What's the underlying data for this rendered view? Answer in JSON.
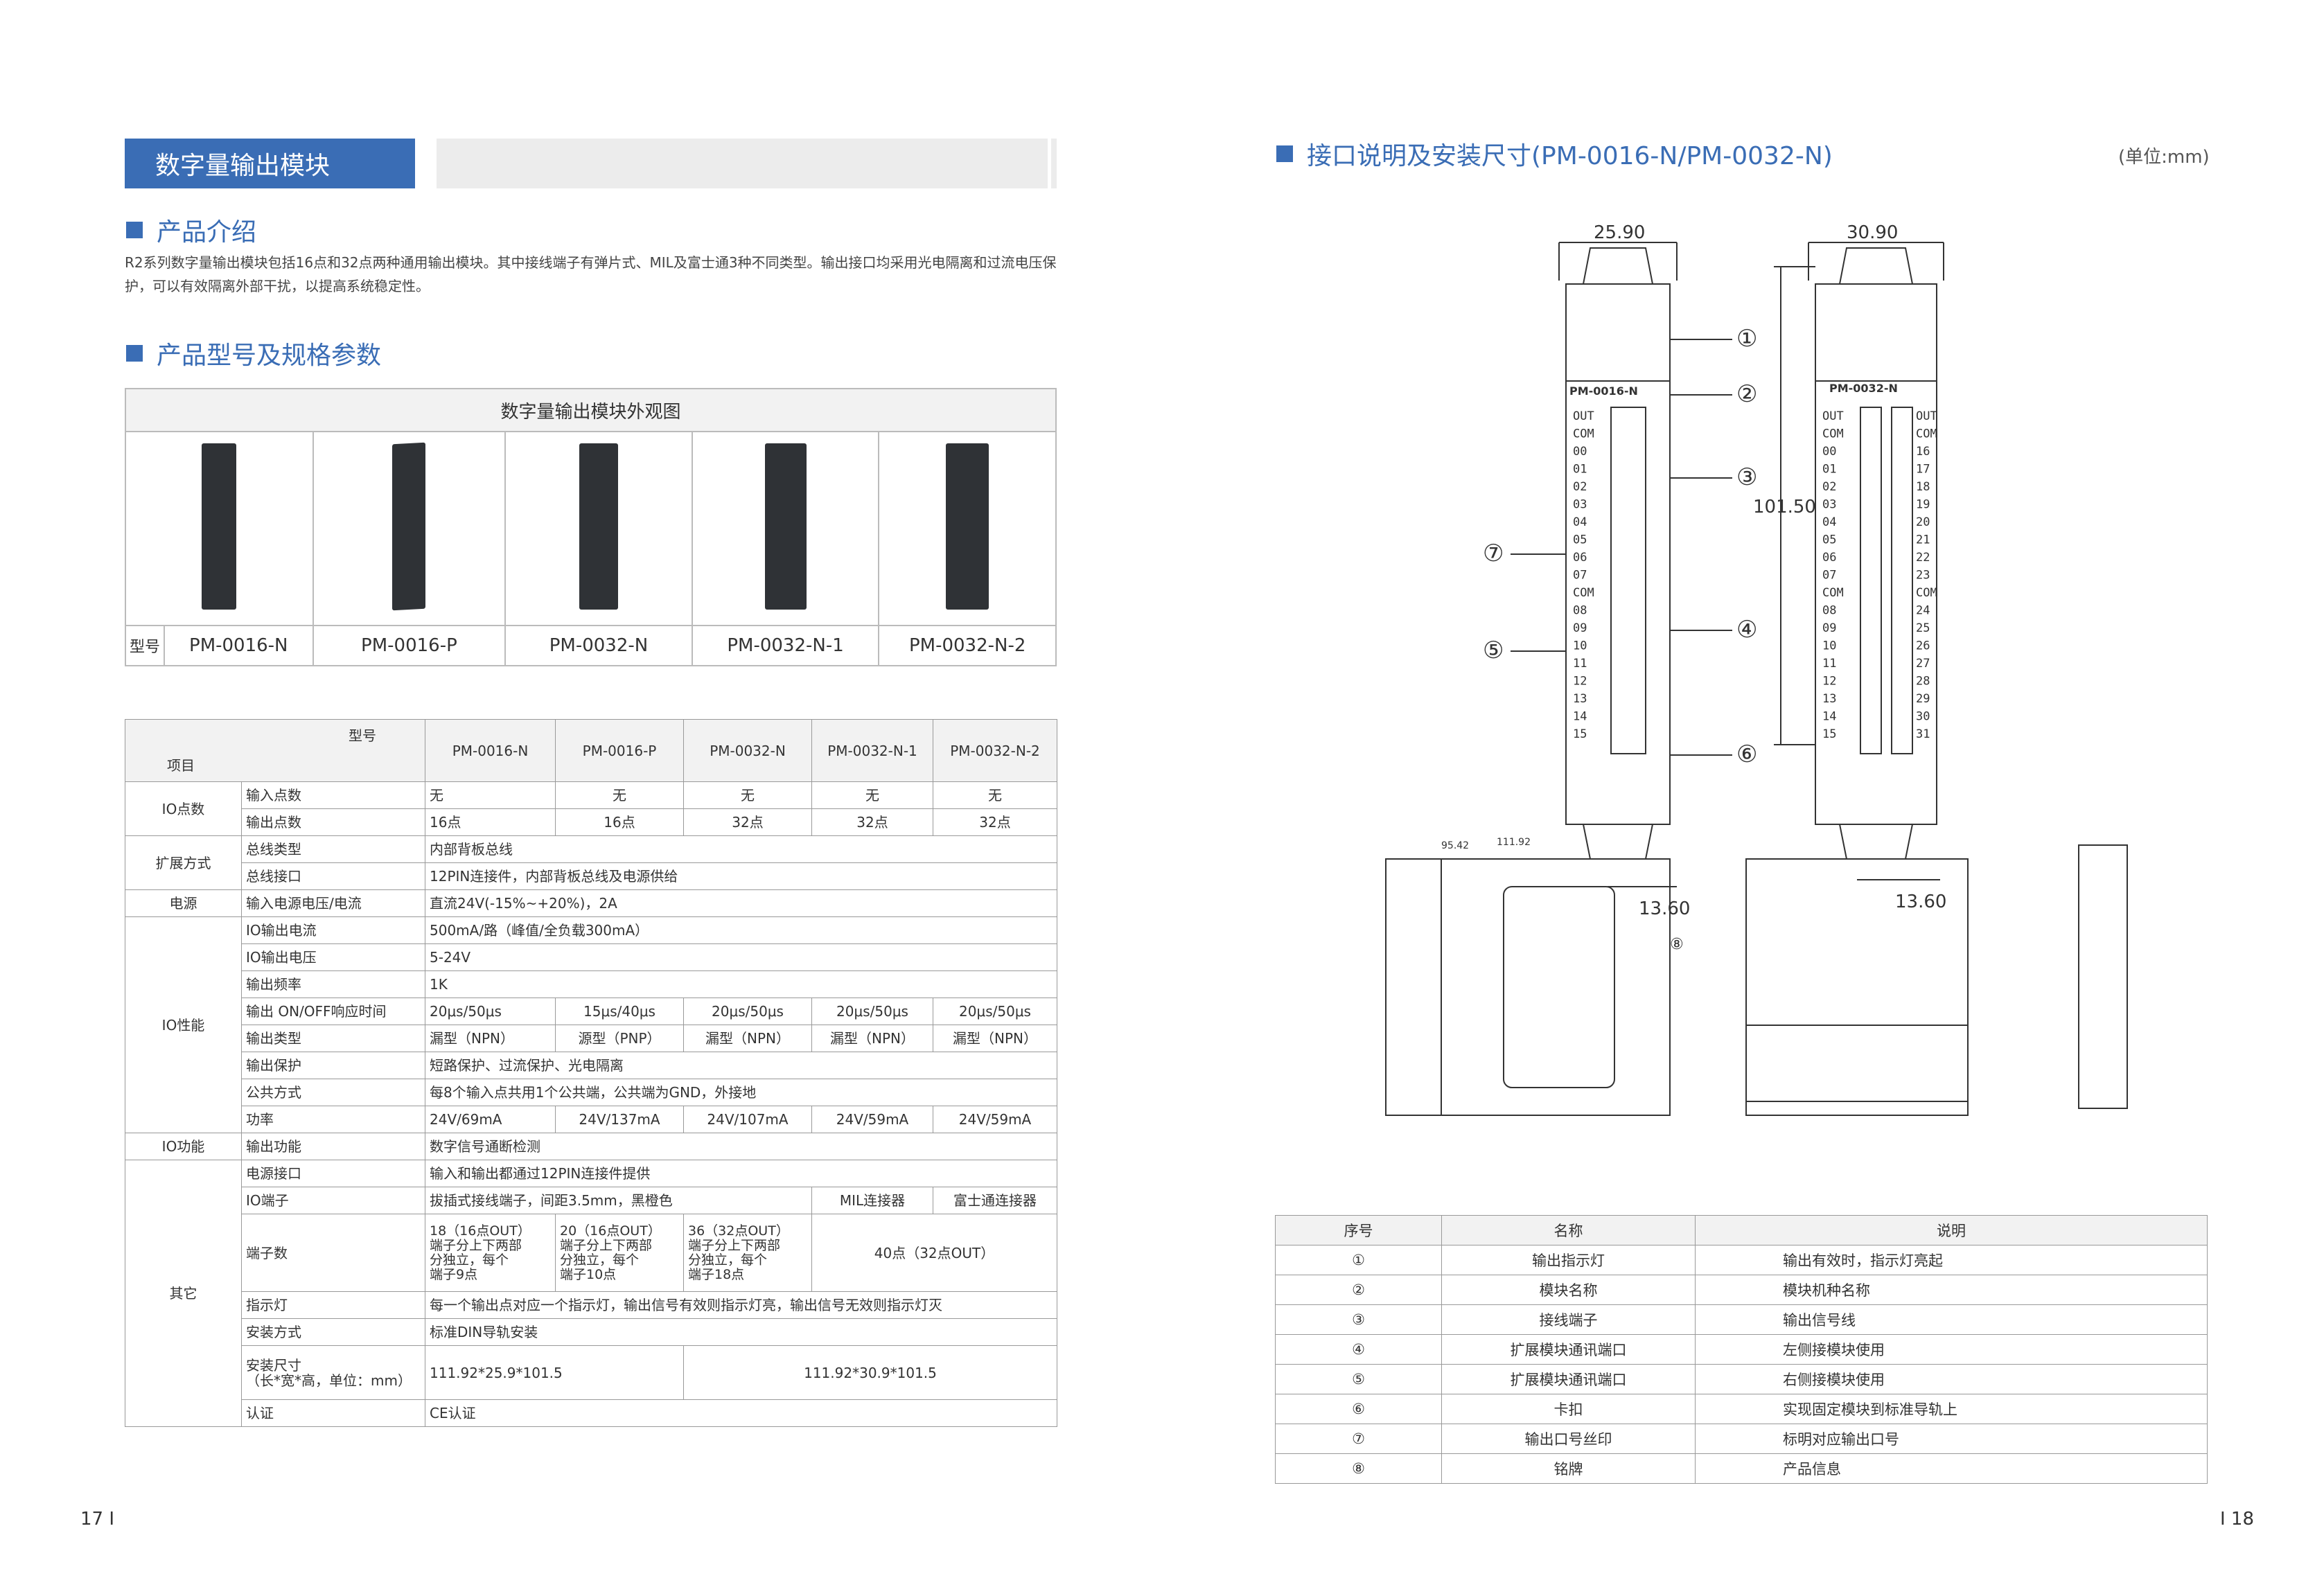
{
  "banner": {
    "title": "数字量输出模块"
  },
  "sections": {
    "intro": "产品介绍",
    "spec": "产品型号及规格参数",
    "interface": "接口说明及安装尺寸(PM-0016-N/PM-0032-N)"
  },
  "intro_text": "R2系列数字量输出模块包括16点和32点两种通用输出模块。其中接线端子有弹片式、MIL及富士通3种不同类型。输出接口均采用光电隔离和过流电压保护，可以有效隔离外部干扰，以提高系统稳定性。",
  "appearance": {
    "title": "数字量输出模块外观图",
    "label": "型号",
    "models": [
      "PM-0016-N",
      "PM-0016-P",
      "PM-0032-N",
      "PM-0032-N-1",
      "PM-0032-N-2"
    ]
  },
  "spec": {
    "corner_model": "型号",
    "corner_item": "项目",
    "models": [
      "PM-0016-N",
      "PM-0016-P",
      "PM-0032-N",
      "PM-0032-N-1",
      "PM-0032-N-2"
    ],
    "groups": {
      "io_points": "IO点数",
      "expansion": "扩展方式",
      "power": "电源",
      "io_perf": "IO性能",
      "io_func": "IO功能",
      "other": "其它"
    },
    "rows": {
      "input_points": {
        "label": "输入点数",
        "v": [
          "无",
          "无",
          "无",
          "无",
          "无"
        ]
      },
      "output_points": {
        "label": "输出点数",
        "v": [
          "16点",
          "16点",
          "32点",
          "32点",
          "32点"
        ]
      },
      "bus_type": {
        "label": "总线类型",
        "v": "内部背板总线"
      },
      "bus_port": {
        "label": "总线接口",
        "v": "12PIN连接件，内部背板总线及电源供给"
      },
      "power_in": {
        "label": "输入电源电压/电流",
        "v": "直流24V(-15%~+20%)，2A"
      },
      "io_current": {
        "label": "IO输出电流",
        "v": "500mA/路（峰值/全负载300mA）"
      },
      "io_voltage": {
        "label": "IO输出电压",
        "v": "5-24V"
      },
      "freq": {
        "label": "输出频率",
        "v": "1K"
      },
      "response": {
        "label": "输出 ON/OFF响应时间",
        "v": [
          "20μs/50μs",
          "15μs/40μs",
          "20μs/50μs",
          "20μs/50μs",
          "20μs/50μs"
        ]
      },
      "out_type": {
        "label": "输出类型",
        "v": [
          "漏型（NPN）",
          "源型（PNP）",
          "漏型（NPN）",
          "漏型（NPN）",
          "漏型（NPN）"
        ]
      },
      "protect": {
        "label": "输出保护",
        "v": "短路保护、过流保护、光电隔离"
      },
      "common": {
        "label": "公共方式",
        "v": "每8个输入点共用1个公共端，公共端为GND，外接地"
      },
      "power_w": {
        "label": "功率",
        "v": [
          "24V/69mA",
          "24V/137mA",
          "24V/107mA",
          "24V/59mA",
          "24V/59mA"
        ]
      },
      "func": {
        "label": "输出功能",
        "v": "数字信号通断检测"
      },
      "power_port": {
        "label": "电源接口",
        "v": "输入和输出都通过12PIN连接件提供"
      },
      "io_term": {
        "label": "IO端子",
        "v": "拔插式接线端子，间距3.5mm，黑橙色",
        "v2": "MIL连接器",
        "v3": "富士通连接器"
      },
      "term_count": {
        "label": "端子数",
        "v1": [
          "18（16点OUT）",
          "端子分上下两部",
          "分独立，每个",
          "端子9点"
        ],
        "v2": [
          "20（16点OUT）",
          "端子分上下两部",
          "分独立，每个",
          "端子10点"
        ],
        "v3": [
          "36（32点OUT）",
          "端子分上下两部",
          "分独立，每个",
          "端子18点"
        ],
        "v4": "40点（32点OUT）"
      },
      "indicator": {
        "label": "指示灯",
        "v": "每一个输出点对应一个指示灯，输出信号有效则指示灯亮，输出信号无效则指示灯灭"
      },
      "mount": {
        "label": "安装方式",
        "v": "标准DIN导轨安装"
      },
      "size": {
        "label": [
          "安装尺寸",
          "（长*宽*高，单位：mm）"
        ],
        "v1": "111.92*25.9*101.5",
        "v2": "111.92*30.9*101.5"
      },
      "cert": {
        "label": "认证",
        "v": "CE认证"
      }
    }
  },
  "unit": "(单位:mm)",
  "drawing": {
    "w1": "25.90",
    "w2": "30.90",
    "h": "101.50",
    "b1": "13.60",
    "b2": "13.60",
    "name1": "PM-0016-N",
    "name2": "PM-0032-N",
    "d1": "111.92",
    "d2": "95.42",
    "callouts": [
      "①",
      "②",
      "③",
      "④",
      "⑤",
      "⑥",
      "⑦",
      "⑧"
    ],
    "labels1": [
      "OUT",
      "COM",
      "00",
      "01",
      "02",
      "03",
      "04",
      "05",
      "06",
      "07",
      "COM",
      "08",
      "09",
      "10",
      "11",
      "12",
      "13",
      "14",
      "15"
    ],
    "labels2l": [
      "OUT",
      "COM",
      "00",
      "01",
      "02",
      "03",
      "04",
      "05",
      "06",
      "07",
      "COM",
      "08",
      "09",
      "10",
      "11",
      "12",
      "13",
      "14",
      "15"
    ],
    "labels2r": [
      "OUT",
      "COM",
      "16",
      "17",
      "18",
      "19",
      "20",
      "21",
      "22",
      "23",
      "COM",
      "24",
      "25",
      "26",
      "27",
      "28",
      "29",
      "30",
      "31"
    ]
  },
  "legend": {
    "headers": [
      "序号",
      "名称",
      "说明"
    ],
    "rows": [
      [
        "①",
        "输出指示灯",
        "输出有效时，指示灯亮起"
      ],
      [
        "②",
        "模块名称",
        "模块机种名称"
      ],
      [
        "③",
        "接线端子",
        "输出信号线"
      ],
      [
        "④",
        "扩展模块通讯端口",
        "左侧接模块使用"
      ],
      [
        "⑤",
        "扩展模块通讯端口",
        "右侧接模块使用"
      ],
      [
        "⑥",
        "卡扣",
        "实现固定模块到标准导轨上"
      ],
      [
        "⑦",
        "输出口号丝印",
        "标明对应输出口号"
      ],
      [
        "⑧",
        "铭牌",
        "产品信息"
      ]
    ]
  },
  "page": {
    "left": "17 I",
    "right": "I 18"
  }
}
